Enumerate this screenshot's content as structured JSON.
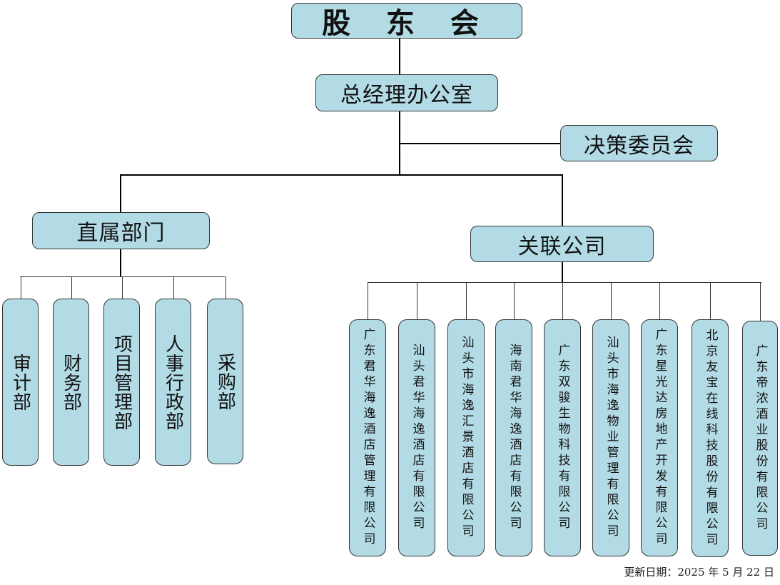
{
  "chart": {
    "root": "股 东 会",
    "gm_office": "总经理办公室",
    "decision_committee": "决策委员会",
    "direct_departments": {
      "label": "直属部门",
      "items": [
        "审计部",
        "财务部",
        "项目管理部",
        "人事行政部",
        "采购部"
      ]
    },
    "affiliated_companies": {
      "label": "关联公司",
      "items": [
        "广东君华海逸酒店管理有限公司",
        "汕头君华海逸酒店有限公司",
        "汕头市海逸汇景酒店有限公司",
        "海南君华海逸酒店有限公司",
        "广东双骏生物科技有限公司",
        "汕头市海逸物业管理有限公司",
        "广东星光达房地产开发有限公司",
        "北京友宝在线科技股份有限公司",
        "广东帝浓酒业股份有限公司"
      ]
    }
  },
  "footer": {
    "updated": "更新日期：2025 年 5 月 22 日"
  },
  "colors": {
    "box_fill": "#b3dbe6",
    "box_border": "#333333",
    "line": "#000000"
  }
}
